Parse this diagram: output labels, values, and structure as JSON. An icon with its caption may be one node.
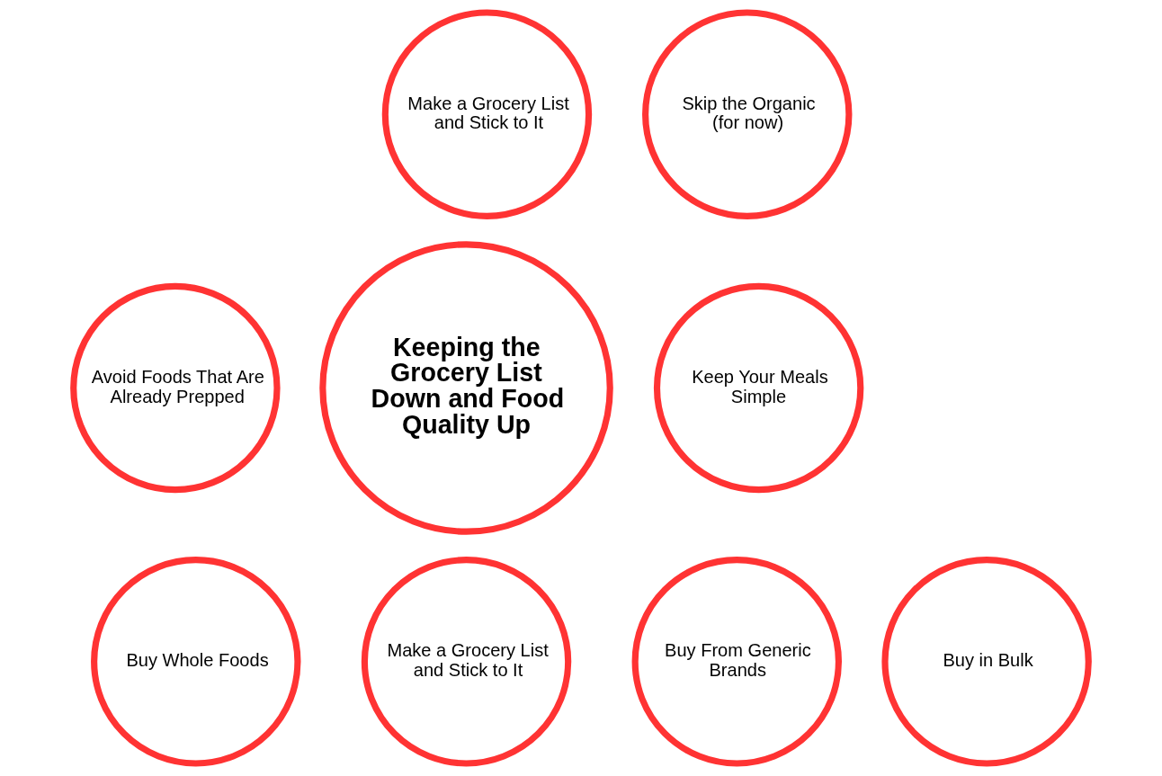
{
  "diagram": {
    "nodes": [
      {
        "text": [
          "Make a Grocery List and Stick to It"
        ]
      },
      {
        "text": [
          "Skip the Organic (for now)"
        ]
      },
      {
        "text": [
          "Avoid Foods That Are Already Prepped"
        ]
      },
      {
        "text": [
          "Keeping the Grocery List Down and Food Quality Up"
        ]
      },
      {
        "text": [
          "Keep Your Meals Simple"
        ]
      },
      {
        "text": [
          "Buy in Bulk"
        ]
      },
      {
        "text": [
          "Buy Whole Foods"
        ]
      },
      {
        "text": [
          "Make a Grocery List and Stick to It"
        ]
      },
      {
        "text": [
          "Buy From Generic Brands"
        ]
      }
    ],
    "edges": []
  }
}
